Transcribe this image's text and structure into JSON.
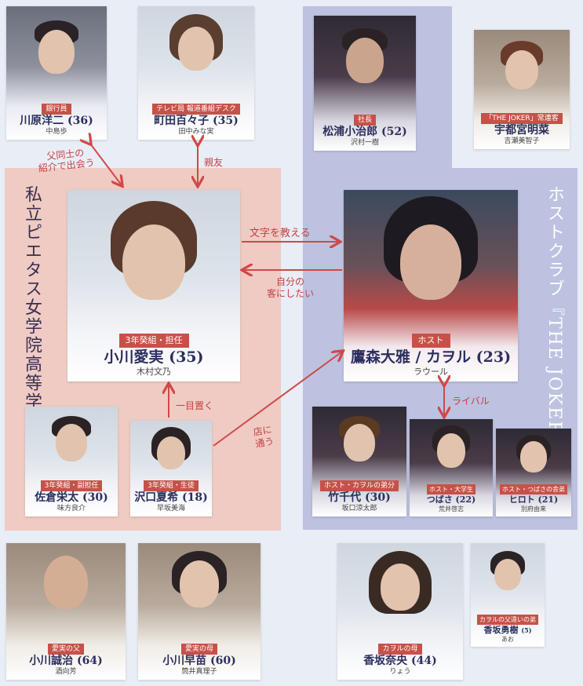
{
  "zones": {
    "school_label": "私立ピエタス女学院高等学校",
    "club_label": "ホストクラブ『THE JOKER』"
  },
  "characters": {
    "kawahara": {
      "role": "銀行員",
      "name": "川原洋二 (36)",
      "actor": "中島歩"
    },
    "machida": {
      "role": "テレビ局 報道番組デスク",
      "name": "町田百々子 (35)",
      "actor": "田中みな実"
    },
    "matsuura": {
      "role": "社長",
      "name": "松浦小治郎 (52)",
      "actor": "沢村一樹"
    },
    "utsunomiya": {
      "role": "「THE JOKER」常連客",
      "name": "宇都宮明菜",
      "actor": "吉瀬美智子"
    },
    "ogawa_ami": {
      "role": "3年癸組・担任",
      "name": "小川愛実 (35)",
      "actor": "木村文乃"
    },
    "takamori": {
      "role": "ホスト",
      "name": "鷹森大雅 / カヲル (23)",
      "actor": "ラウール"
    },
    "sakura": {
      "role": "3年癸組・副担任",
      "name": "佐倉栄太 (30)",
      "actor": "味方良介"
    },
    "sawaguchi": {
      "role": "3年癸組・生徒",
      "name": "沢口夏希 (18)",
      "actor": "早坂美海"
    },
    "takechiyo": {
      "role": "ホスト・カヲルの弟分",
      "name": "竹千代 (30)",
      "actor": "坂口涼太郎"
    },
    "tsubasa": {
      "role": "ホスト・大学生",
      "name": "つばさ (22)",
      "actor": "荒井啓志"
    },
    "hiroto": {
      "role": "ホスト・つばさの舎弟",
      "name": "ヒロト (21)",
      "actor": "別府由来"
    },
    "ogawa_seiji": {
      "role": "愛実の父",
      "name": "小川誠治 (64)",
      "actor": "酒向芳"
    },
    "ogawa_sanae": {
      "role": "愛実の母",
      "name": "小川早苗 (60)",
      "actor": "筒井真理子"
    },
    "kousaka_nao": {
      "role": "カヲルの母",
      "name": "香坂奈央 (44)",
      "actor": "りょう"
    },
    "kousaka_yuki": {
      "role": "カヲルの父違いの弟",
      "name": "香坂勇樹",
      "age": "(5)",
      "actor": "あお"
    }
  },
  "relations": {
    "intro": "父同士の\n紹介で出会う",
    "friend": "親友",
    "teach": "文字を教える",
    "customer": "自分の\n客にしたい",
    "respect": "一目置く",
    "visit": "店に\n通う",
    "rival": "ライバル"
  },
  "colors": {
    "accent": "#c75148",
    "arrow": "#d04848",
    "school_zone": "#f0c2b8",
    "club_zone": "#aeb3d8"
  }
}
